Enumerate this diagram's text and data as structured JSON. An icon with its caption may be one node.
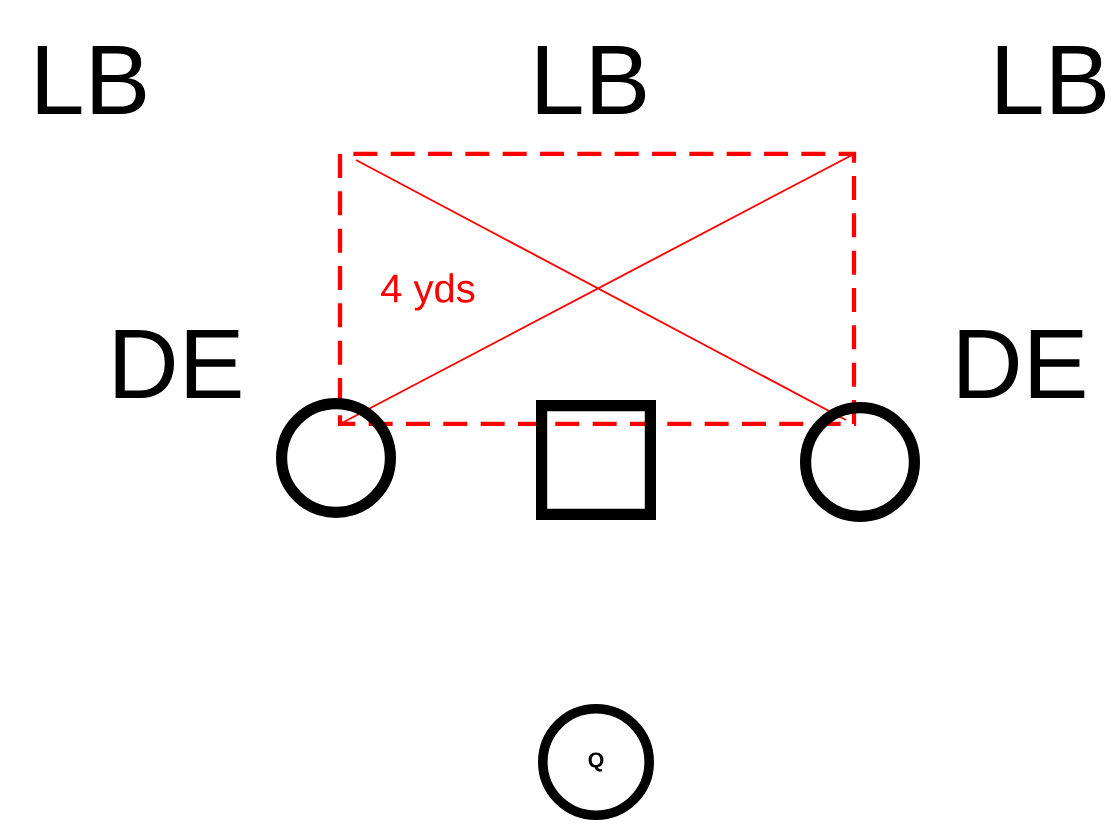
{
  "diagram": {
    "nodes": [
      {
        "text": [],
        "shape": "circle"
      },
      {
        "text": [],
        "shape": "box"
      },
      {
        "text": [],
        "shape": "circle"
      },
      {
        "text": [
          "Q"
        ]
      }
    ],
    "labels": [
      "LB",
      "LB",
      "LB",
      "DE",
      "DE",
      "4 yds"
    ]
  }
}
